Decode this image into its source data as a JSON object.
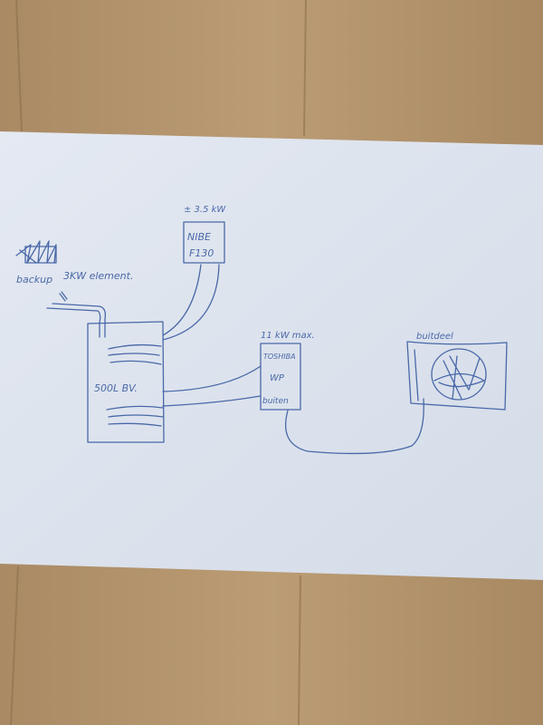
{
  "diagram": {
    "backup_label": "backup",
    "element_label": "3KW element.",
    "nibe_power": "± 3.5 kW",
    "nibe_line1": "NIBE",
    "nibe_line2": "F130",
    "tank_label": "500L BV.",
    "toshiba_power": "11 kW max.",
    "toshiba_line1": "TOSHIBA",
    "toshiba_line2": "WP",
    "toshiba_line3": "buiten",
    "outdoor_label": "buitdeel"
  },
  "colors": {
    "ink": "#4a68a8",
    "paper": "#dfe5ef",
    "wood": "#b4966f"
  }
}
